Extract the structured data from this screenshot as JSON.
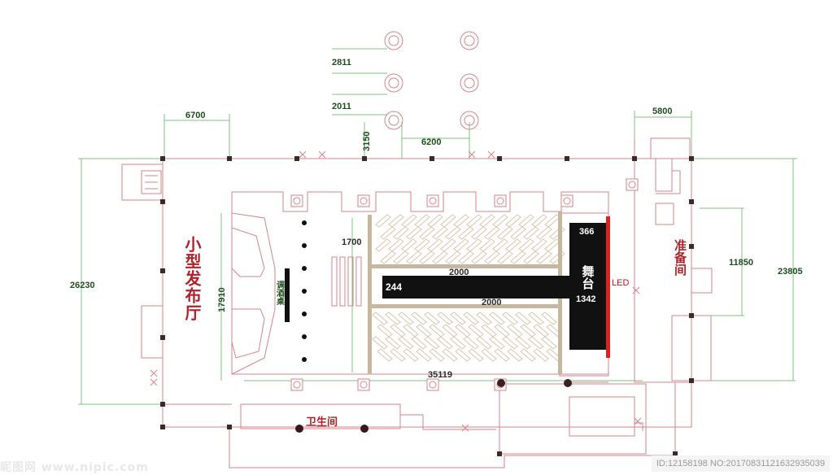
{
  "labels": {
    "hall_title": "小型发布厅",
    "prep_room": "准备间",
    "restroom": "卫生间",
    "bar": "调酒桌",
    "stage": "舞台",
    "led": "LED"
  },
  "dimensions": {
    "top_2811": "2811",
    "top_2011": "2011",
    "d6700": "6700",
    "d3150": "3150",
    "d6200": "6200",
    "d5800": "5800",
    "d26230": "26230",
    "d17910": "17910",
    "d1700": "1700",
    "d2000_upper": "2000",
    "d2000_lower": "2000",
    "d244": "244",
    "d366": "366",
    "d1342": "1342",
    "d35119": "35119",
    "d11850": "11850",
    "d23805": "23805"
  },
  "watermark": {
    "left": "昵图网 www.nipic.com",
    "id": "ID:12158198 NO:20170831121632935039"
  },
  "colors": {
    "wall": "#d9838b",
    "dim_line": "#6fbf6f",
    "dim_text": "#1e4d1e",
    "accent_red": "#b0222a",
    "beam": "#c9b8a0",
    "stage_black": "#111111"
  }
}
